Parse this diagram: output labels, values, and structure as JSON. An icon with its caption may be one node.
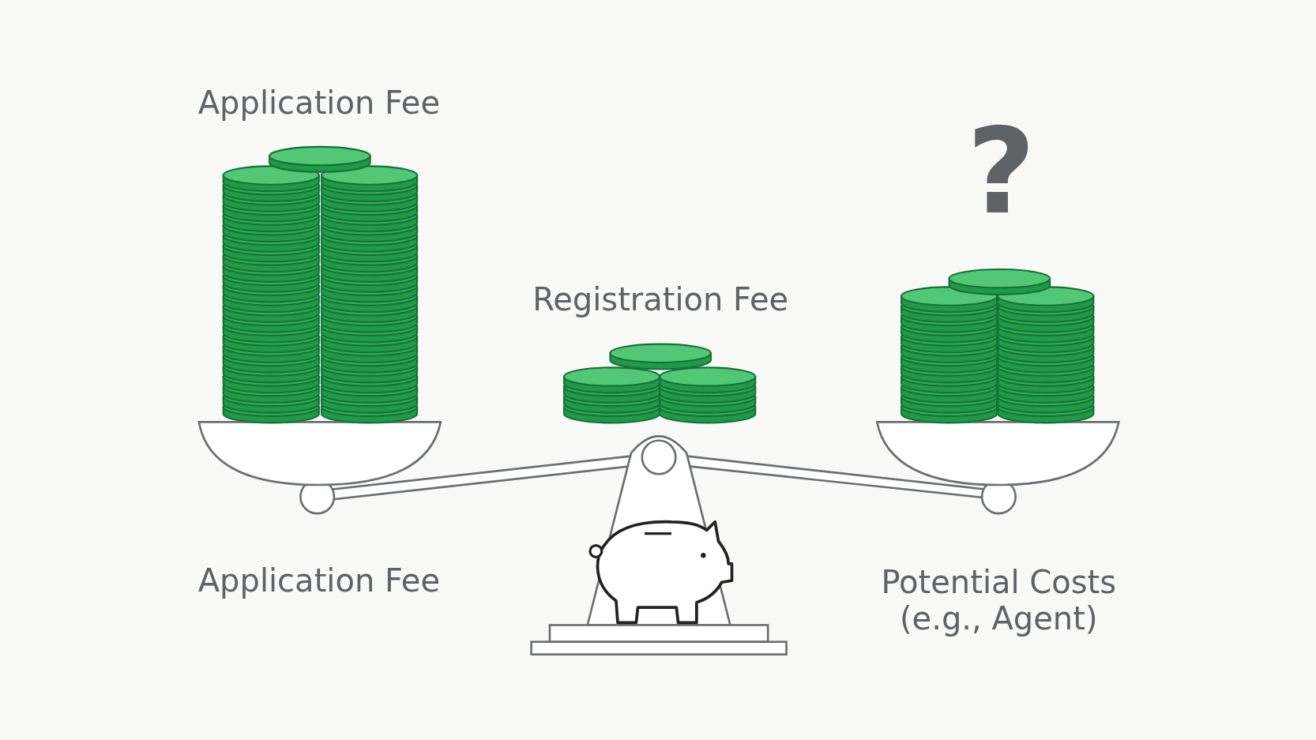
{
  "diagram": {
    "labels": [
      "Application Fee",
      "?",
      "Registration Fee",
      "Application Fee",
      "Potential Costs (e.g., Agent)"
    ]
  }
}
